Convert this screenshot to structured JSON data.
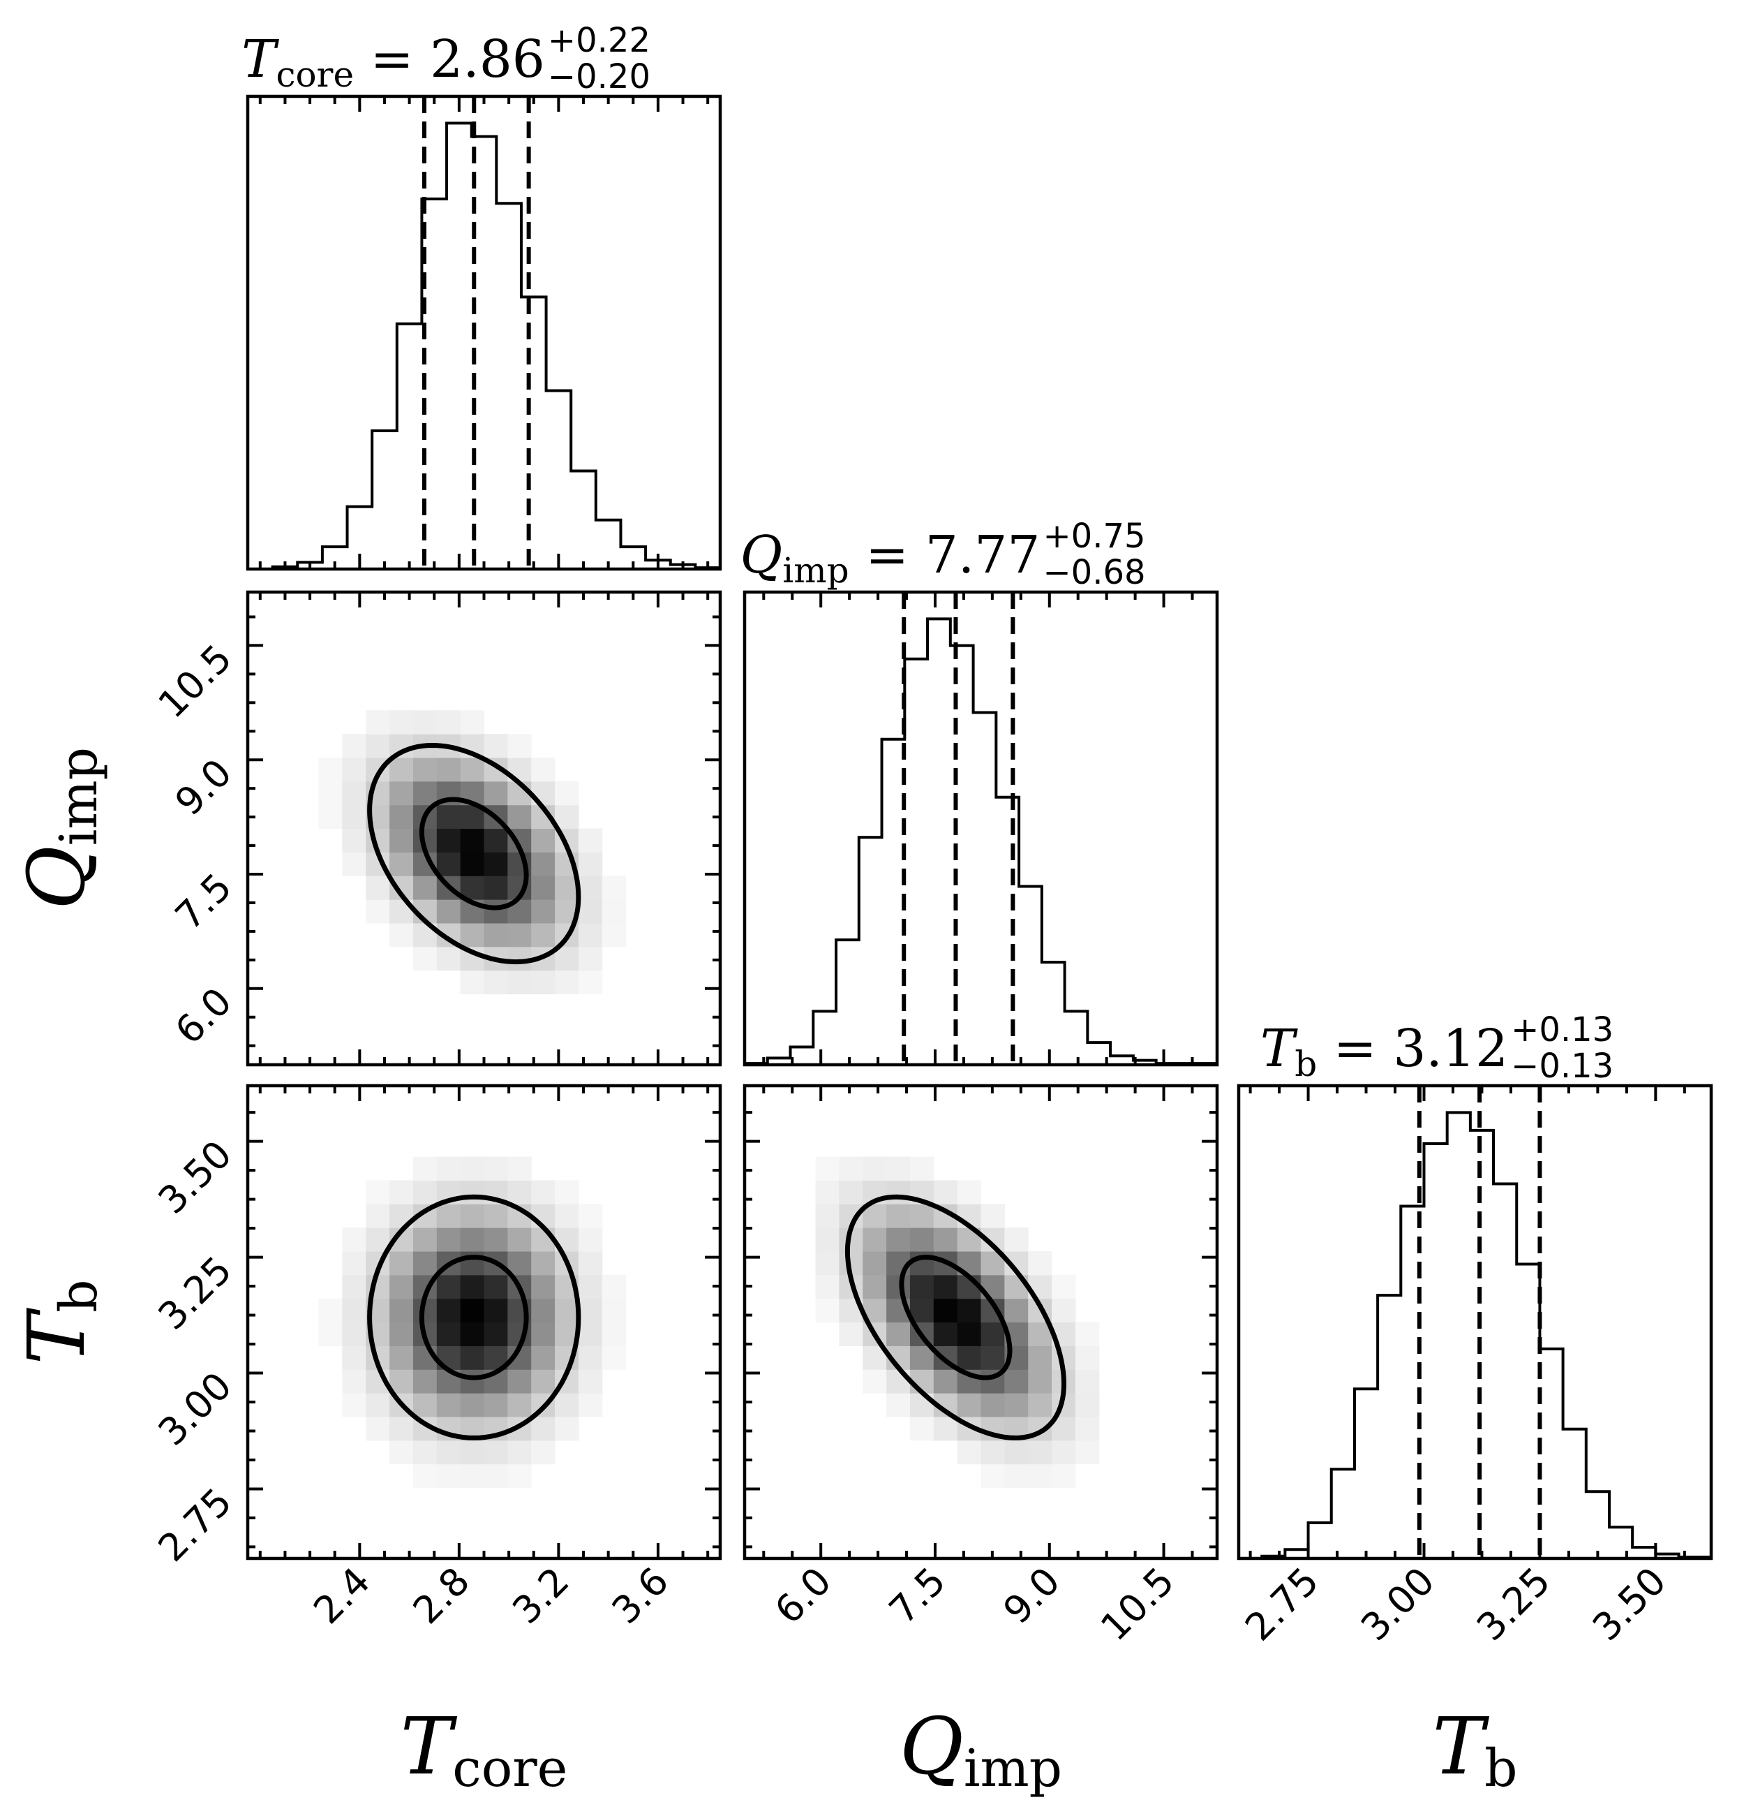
{
  "chart_data": {
    "type": "corner",
    "parameters": [
      {
        "symbol": "T",
        "subscript": "core",
        "range": [
          1.95,
          3.85
        ],
        "ticks": [
          "2.4",
          "2.8",
          "3.2",
          "3.6"
        ],
        "tick_values": [
          2.4,
          2.8,
          3.2,
          3.6
        ],
        "median": "2.86",
        "plus": "+0.22",
        "minus": "−0.20",
        "quantiles": [
          2.66,
          2.86,
          3.08
        ]
      },
      {
        "symbol": "Q",
        "subscript": "imp",
        "range": [
          5.0,
          11.2
        ],
        "ticks": [
          "6.0",
          "7.5",
          "9.0",
          "10.5"
        ],
        "tick_values": [
          6.0,
          7.5,
          9.0,
          10.5
        ],
        "median": "7.77",
        "plus": "+0.75",
        "minus": "−0.68",
        "quantiles": [
          7.09,
          7.77,
          8.52
        ]
      },
      {
        "symbol": "T",
        "subscript": "b",
        "range": [
          2.6,
          3.62
        ],
        "ticks": [
          "2.75",
          "3.00",
          "3.25",
          "3.50"
        ],
        "tick_values": [
          2.75,
          3.0,
          3.25,
          3.5
        ],
        "median": "3.12",
        "plus": "+0.13",
        "minus": "−0.13",
        "quantiles": [
          2.99,
          3.12,
          3.25
        ]
      }
    ],
    "title_separator": "=",
    "histograms": [
      {
        "param": 0,
        "bins": [
          [
            1.95,
            2.05,
            0.0
          ],
          [
            2.05,
            2.15,
            0.5
          ],
          [
            2.15,
            2.25,
            1.5
          ],
          [
            2.25,
            2.35,
            5
          ],
          [
            2.35,
            2.45,
            14
          ],
          [
            2.45,
            2.55,
            31
          ],
          [
            2.55,
            2.65,
            55
          ],
          [
            2.65,
            2.75,
            83
          ],
          [
            2.75,
            2.85,
            100
          ],
          [
            2.85,
            2.95,
            97
          ],
          [
            2.95,
            3.05,
            82
          ],
          [
            3.05,
            3.15,
            61
          ],
          [
            3.15,
            3.25,
            40
          ],
          [
            3.25,
            3.35,
            22
          ],
          [
            3.35,
            3.45,
            11
          ],
          [
            3.45,
            3.55,
            5
          ],
          [
            3.55,
            3.65,
            2
          ],
          [
            3.65,
            3.75,
            1
          ],
          [
            3.75,
            3.85,
            0.3
          ]
        ]
      },
      {
        "param": 1,
        "bins": [
          [
            5.0,
            5.3,
            0.3
          ],
          [
            5.3,
            5.6,
            1.5
          ],
          [
            5.6,
            5.9,
            4
          ],
          [
            5.9,
            6.2,
            12
          ],
          [
            6.2,
            6.5,
            28
          ],
          [
            6.5,
            6.8,
            51
          ],
          [
            6.8,
            7.1,
            73
          ],
          [
            7.1,
            7.4,
            91
          ],
          [
            7.4,
            7.7,
            100
          ],
          [
            7.7,
            8.0,
            94
          ],
          [
            8.0,
            8.3,
            79
          ],
          [
            8.3,
            8.6,
            60
          ],
          [
            8.6,
            8.9,
            40
          ],
          [
            8.9,
            9.2,
            23
          ],
          [
            9.2,
            9.5,
            12
          ],
          [
            9.5,
            9.8,
            5
          ],
          [
            9.8,
            10.1,
            2
          ],
          [
            10.1,
            10.4,
            1
          ],
          [
            10.4,
            11.2,
            0.3
          ]
        ]
      },
      {
        "param": 2,
        "bins": [
          [
            2.6,
            2.65,
            0
          ],
          [
            2.65,
            2.7,
            0.5
          ],
          [
            2.7,
            2.75,
            2
          ],
          [
            2.75,
            2.8,
            8
          ],
          [
            2.8,
            2.85,
            20
          ],
          [
            2.85,
            2.9,
            38
          ],
          [
            2.9,
            2.95,
            59
          ],
          [
            2.95,
            3.0,
            79
          ],
          [
            3.0,
            3.05,
            93
          ],
          [
            3.05,
            3.1,
            100
          ],
          [
            3.1,
            3.15,
            96
          ],
          [
            3.15,
            3.2,
            84
          ],
          [
            3.2,
            3.25,
            66
          ],
          [
            3.25,
            3.3,
            47
          ],
          [
            3.3,
            3.35,
            29
          ],
          [
            3.35,
            3.4,
            15
          ],
          [
            3.4,
            3.45,
            7
          ],
          [
            3.45,
            3.5,
            2.5
          ],
          [
            3.5,
            3.55,
            1
          ],
          [
            3.55,
            3.62,
            0.3
          ]
        ]
      }
    ],
    "density": [
      {
        "x": 0,
        "y": 1,
        "mean": [
          2.86,
          7.77
        ],
        "sd": [
          0.21,
          0.71
        ],
        "rho": -0.4
      },
      {
        "x": 0,
        "y": 2,
        "mean": [
          2.86,
          3.12
        ],
        "sd": [
          0.21,
          0.13
        ],
        "rho": 0.0
      },
      {
        "x": 1,
        "y": 2,
        "mean": [
          7.77,
          3.12
        ],
        "sd": [
          0.71,
          0.13
        ],
        "rho": -0.55
      }
    ],
    "contour_levels_sigma": [
      1.0,
      2.0
    ],
    "line_color": "#000000",
    "density_cmap": [
      "#ffffff",
      "#000000"
    ]
  }
}
